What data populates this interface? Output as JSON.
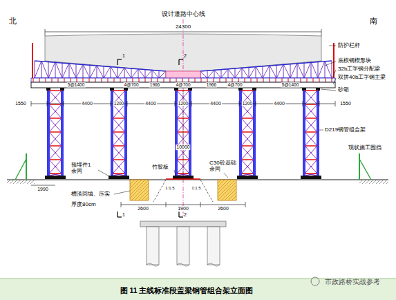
{
  "diagram": {
    "caption": "图 11 主线标准段盖梁钢管组合架立面图",
    "labels": [
      "北",
      "南",
      "设计道路中心线",
      "24300",
      "防护栏杆",
      "底模钢楔形块",
      "32b工字钢分配梁",
      "双拼40b工字钢主梁",
      "砂箱",
      "1",
      "2",
      "5@1400",
      "4@700",
      "1966",
      "4@700",
      "1966",
      "4@700",
      "5@1400",
      "1550",
      "4400",
      "1200",
      "4400",
      "1200",
      "4400",
      "1200",
      "4400",
      "1550",
      "D219钢管组合架",
      "10000",
      "现状施工围挡",
      "预埋件1 余同",
      "竹胶板",
      "C30砼基础 余同",
      "1990",
      "槽渣回填、压实",
      "厚度80cm",
      "1:1.5",
      "1:1.5",
      "2600",
      "1900",
      "2600",
      "1",
      "2",
      "市政路桥实战参考"
    ]
  }
}
